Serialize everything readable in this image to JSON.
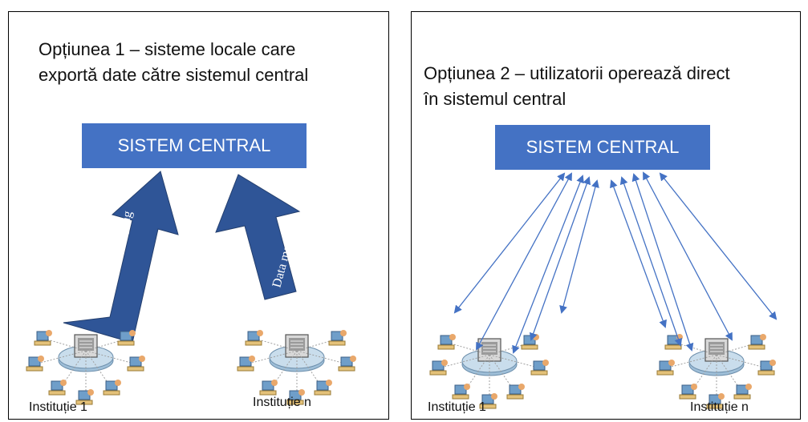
{
  "left": {
    "title": "Opțiunea 1 – sisteme locale care\nexportă date către sistemul central",
    "central_label": "SISTEM CENTRAL",
    "arrow_left_label": "Data mapping",
    "arrow_right_label": "Data mapping",
    "institution_1": "Instituție 1",
    "institution_n": "Instituție n"
  },
  "right": {
    "title": "Opțiunea 2 – utilizatorii operează direct\nîn sistemul central",
    "central_label": "SISTEM CENTRAL",
    "institution_1": "Instituție 1",
    "institution_n": "Instituție n"
  },
  "colors": {
    "central_fill": "#4472C4",
    "arrow_fill": "#2F5597",
    "connector_stroke": "#4472C4"
  }
}
